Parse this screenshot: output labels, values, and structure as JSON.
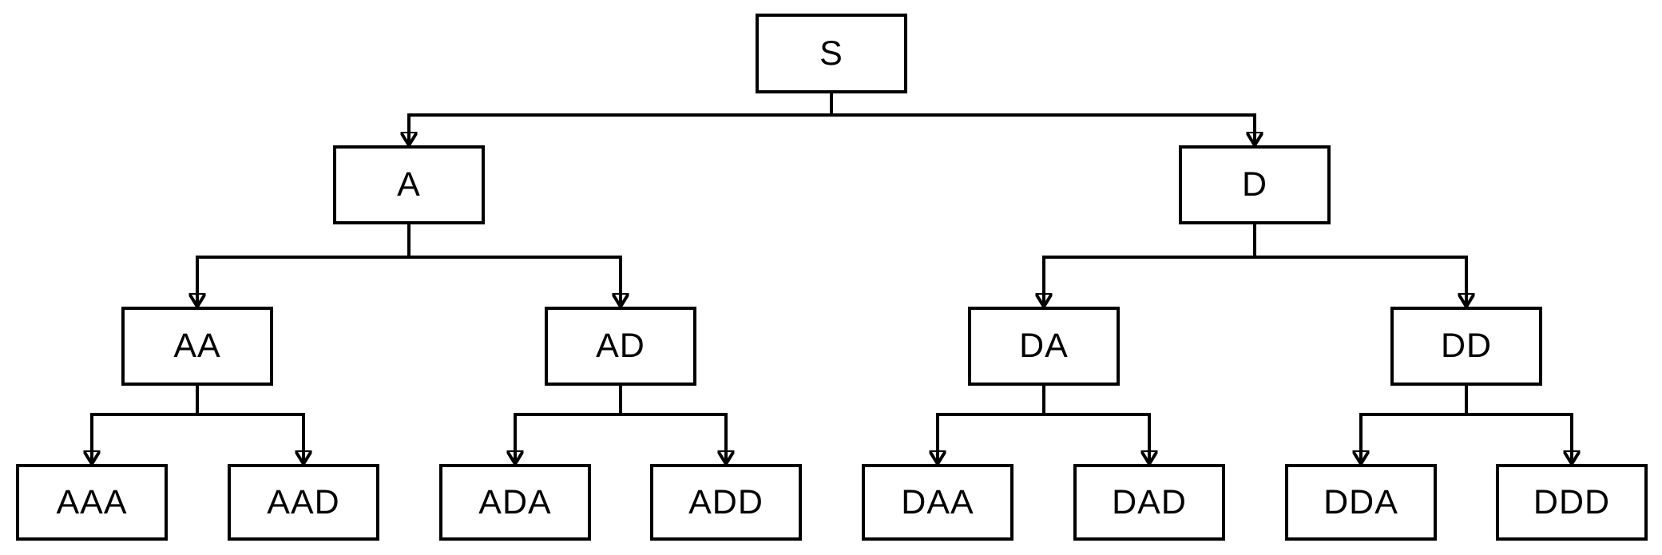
{
  "diagram": {
    "type": "binary-tree",
    "colors": {
      "background": "#ffffff",
      "line": "#000000",
      "box_fill": "#ffffff",
      "box_border": "#000000",
      "text": "#000000"
    },
    "nodes": {
      "s": {
        "label": "S"
      },
      "a": {
        "label": "A"
      },
      "d": {
        "label": "D"
      },
      "aa": {
        "label": "AA"
      },
      "ad": {
        "label": "AD"
      },
      "da": {
        "label": "DA"
      },
      "dd": {
        "label": "DD"
      },
      "aaa": {
        "label": "AAA"
      },
      "aad": {
        "label": "AAD"
      },
      "ada": {
        "label": "ADA"
      },
      "add": {
        "label": "ADD"
      },
      "daa": {
        "label": "DAA"
      },
      "dad": {
        "label": "DAD"
      },
      "dda": {
        "label": "DDA"
      },
      "ddd": {
        "label": "DDD"
      }
    },
    "edges": [
      [
        "S",
        "A"
      ],
      [
        "S",
        "D"
      ],
      [
        "A",
        "AA"
      ],
      [
        "A",
        "AD"
      ],
      [
        "D",
        "DA"
      ],
      [
        "D",
        "DD"
      ],
      [
        "AA",
        "AAA"
      ],
      [
        "AA",
        "AAD"
      ],
      [
        "AD",
        "ADA"
      ],
      [
        "AD",
        "ADD"
      ],
      [
        "DA",
        "DAA"
      ],
      [
        "DA",
        "DAD"
      ],
      [
        "DD",
        "DDA"
      ],
      [
        "DD",
        "DDD"
      ]
    ]
  }
}
